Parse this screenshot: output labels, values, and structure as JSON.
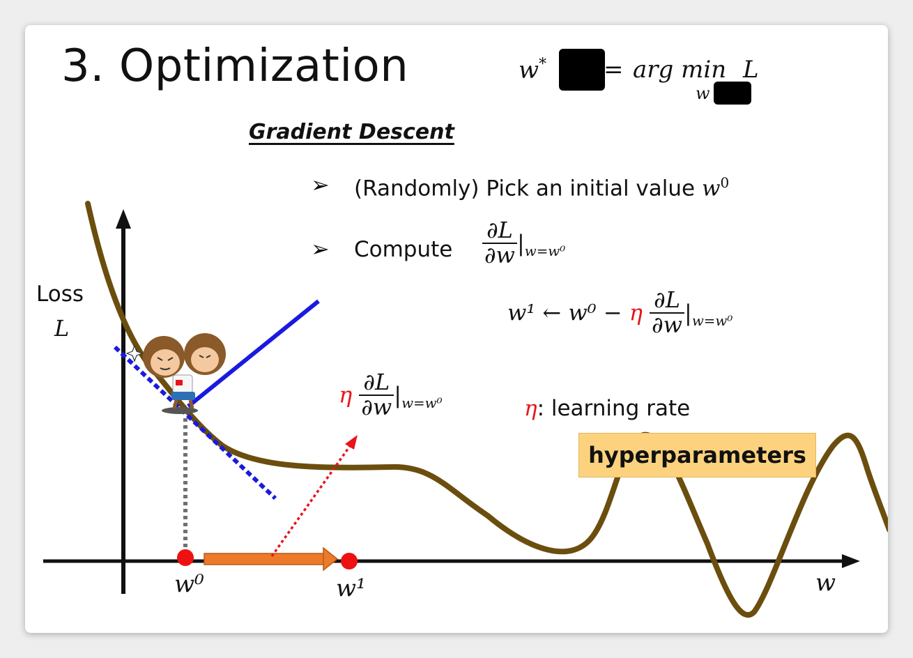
{
  "slide": {
    "title": "3. Optimization"
  },
  "objective": {
    "lhs_var": "w",
    "lhs_sup": "*",
    "equals": "=",
    "argmin": "arg min",
    "min_sub": "w",
    "loss": "L"
  },
  "method": {
    "heading": "Gradient Descent"
  },
  "steps": [
    {
      "marker": "➢",
      "text": "(Randomly) Pick an initial value ",
      "var": "w",
      "sup": "0"
    },
    {
      "marker": "➢",
      "text": "Compute",
      "frac_num": "∂L",
      "frac_den": "∂w",
      "eval_sub": "w=w⁰"
    }
  ],
  "update_rule": {
    "lhs": "w¹",
    "arrow": "←",
    "rhs_w": "w⁰",
    "minus": "−",
    "eta": "η",
    "frac_num": "∂L",
    "frac_den": "∂w",
    "eval_sub": "w=w⁰"
  },
  "step_label": {
    "eta": "η",
    "frac_num": "∂L",
    "frac_den": "∂w",
    "eval_sub": "w=w⁰"
  },
  "learning_rate": {
    "eta": "η",
    "text": ": learning rate"
  },
  "hyperparameters": {
    "label": "hyperparameters"
  },
  "axes": {
    "y_label_top": "Loss",
    "y_label_var": "L",
    "x_label": "w",
    "w0_label": "w⁰",
    "w1_label": "w¹"
  },
  "colors": {
    "curve": "#6b4e0e",
    "tangent_solid": "#1a1adf",
    "tangent_dashed": "#1a1adf",
    "points": "#ee1111",
    "step_arrow": "#ec7a2a",
    "gradient_arrow": "#e8141b",
    "eta": "#e8141b",
    "hyper_box": "#fcd27e"
  },
  "icons": {
    "character": "monkey-character-icon",
    "sparkle": "sparkle-icon"
  }
}
